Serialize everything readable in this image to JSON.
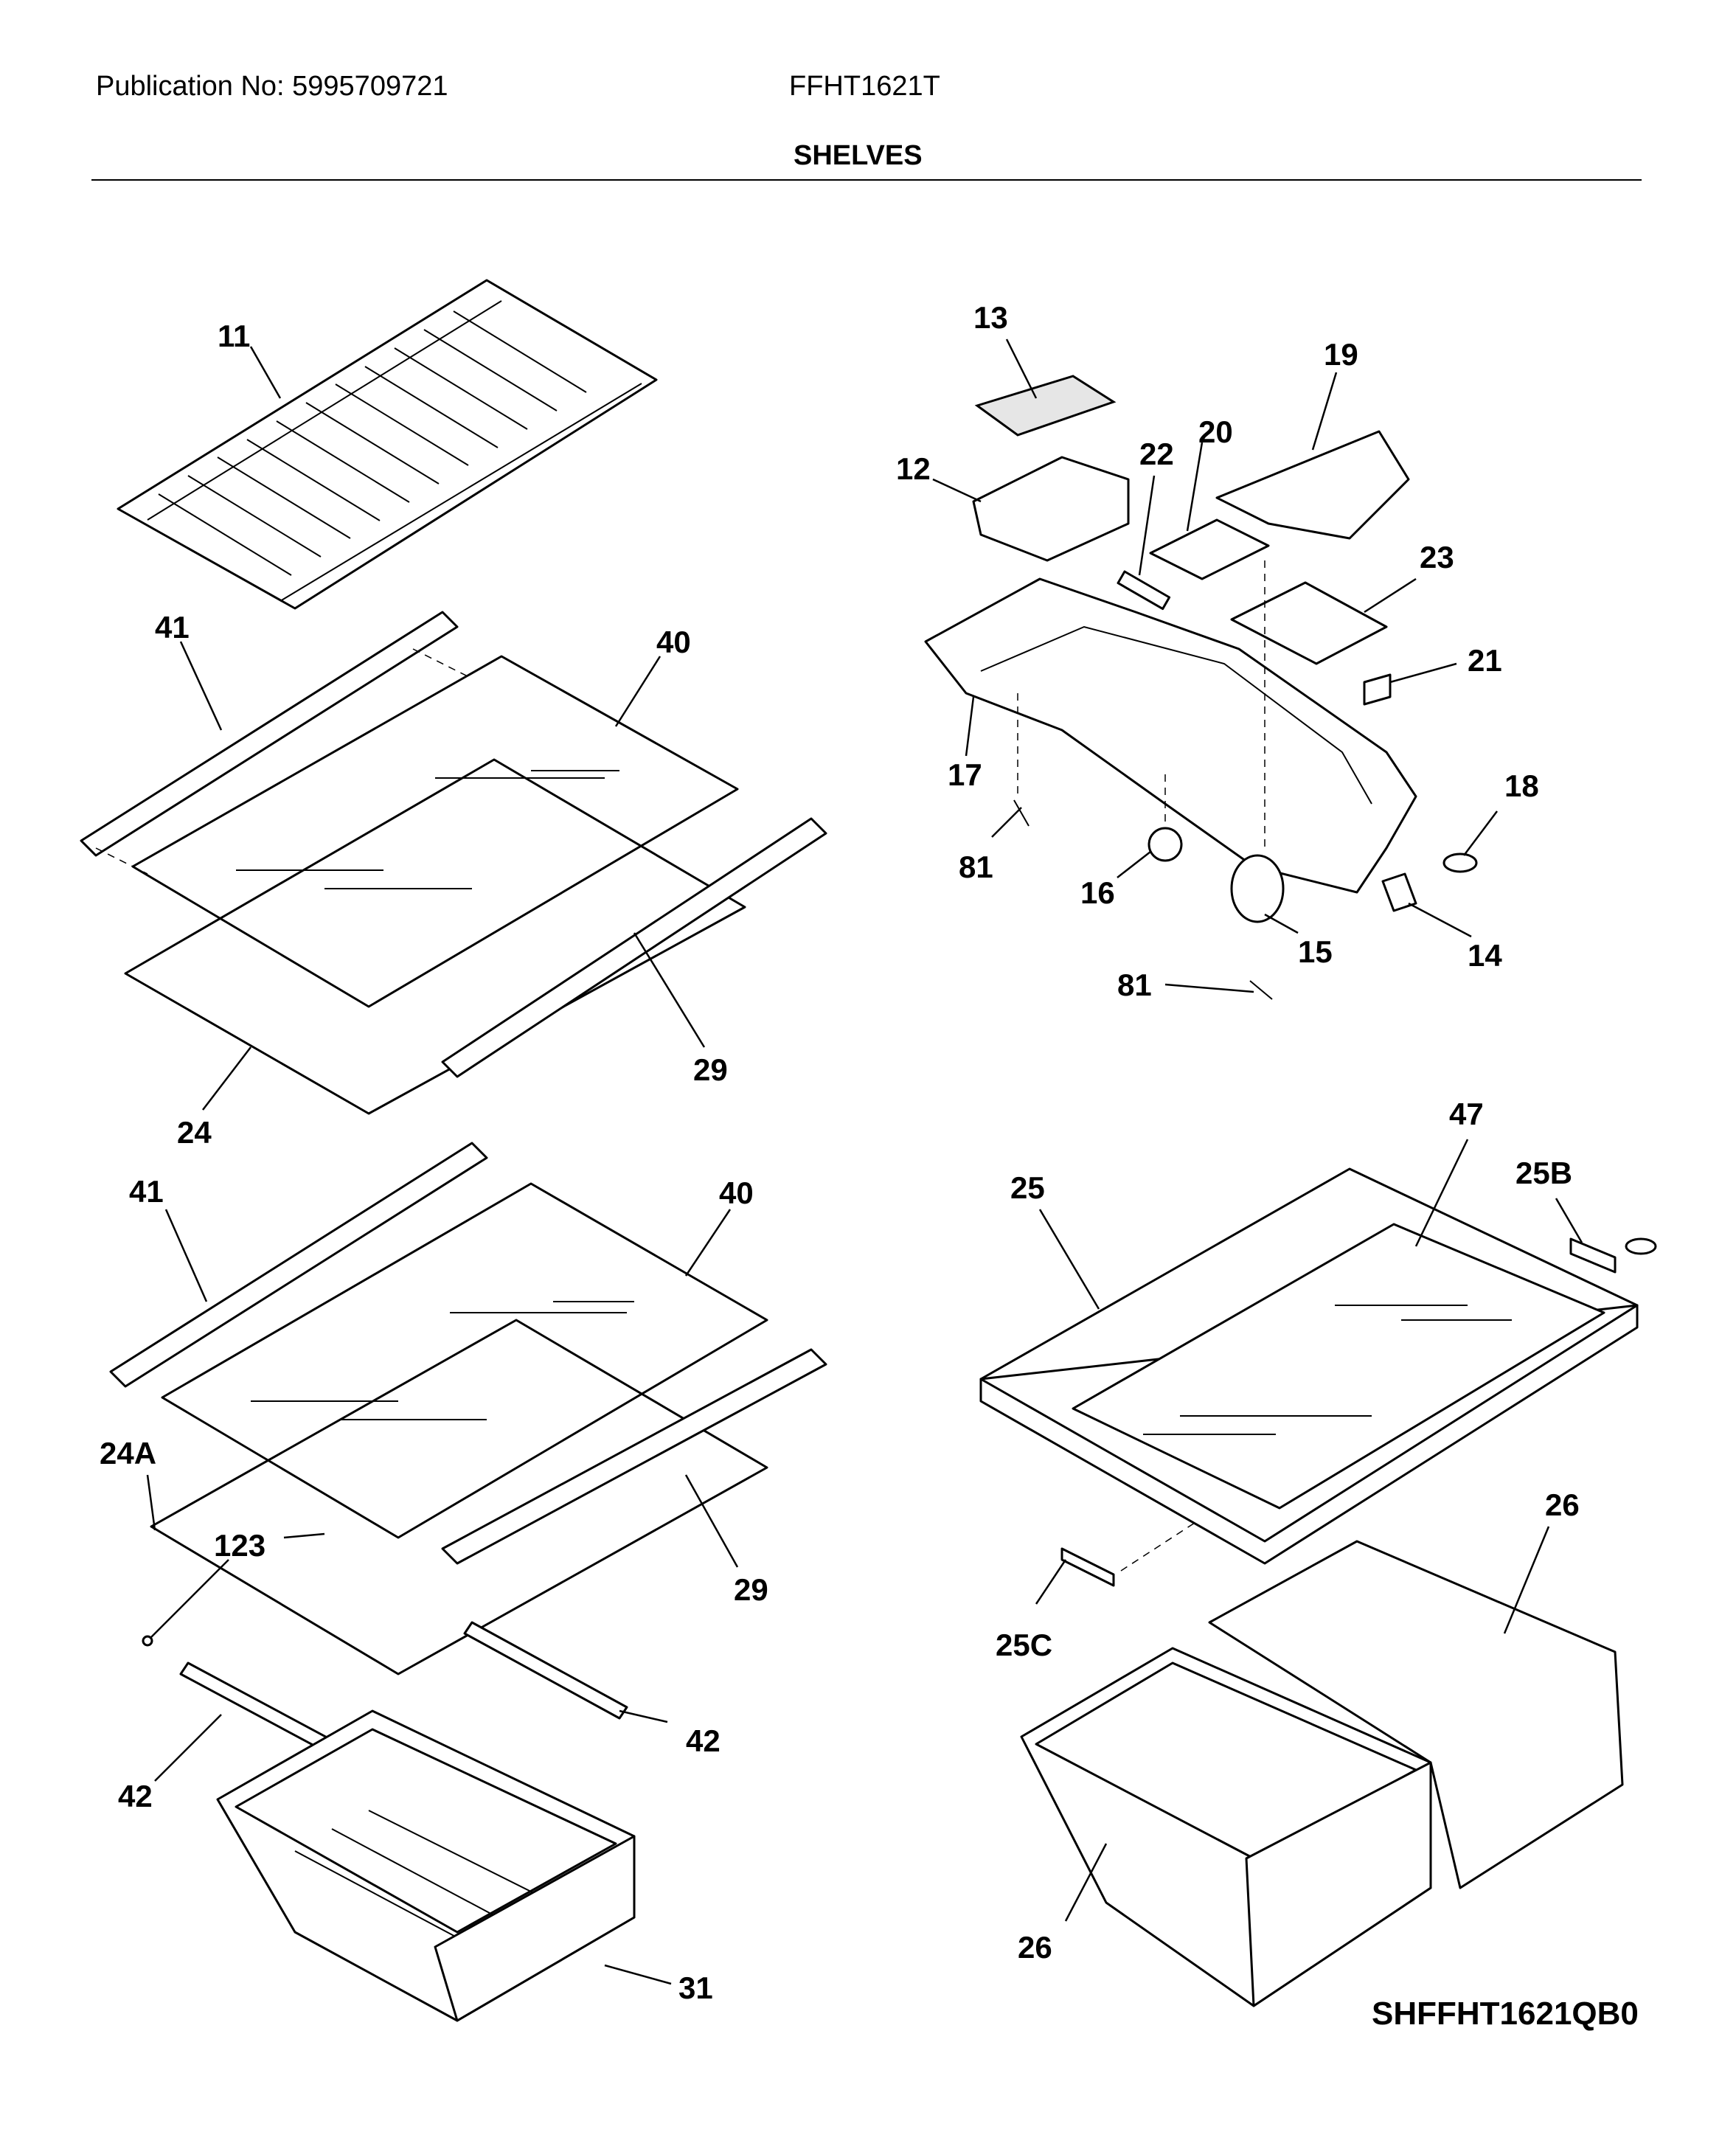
{
  "header": {
    "publication": "Publication No: 5995709721",
    "model": "FFHT1621T",
    "section_title": "SHELVES"
  },
  "diagram_ref": "SHFFHT1621QB0",
  "callouts": [
    {
      "id": "c11",
      "label": "11"
    },
    {
      "id": "c41a",
      "label": "41"
    },
    {
      "id": "c40a",
      "label": "40"
    },
    {
      "id": "c29a",
      "label": "29"
    },
    {
      "id": "c24",
      "label": "24"
    },
    {
      "id": "c41b",
      "label": "41"
    },
    {
      "id": "c40b",
      "label": "40"
    },
    {
      "id": "c24A",
      "label": "24A"
    },
    {
      "id": "c123",
      "label": "123"
    },
    {
      "id": "c29b",
      "label": "29"
    },
    {
      "id": "c42a",
      "label": "42"
    },
    {
      "id": "c42b",
      "label": "42"
    },
    {
      "id": "c31",
      "label": "31"
    },
    {
      "id": "c13",
      "label": "13"
    },
    {
      "id": "c12",
      "label": "12"
    },
    {
      "id": "c19",
      "label": "19"
    },
    {
      "id": "c20",
      "label": "20"
    },
    {
      "id": "c22",
      "label": "22"
    },
    {
      "id": "c23",
      "label": "23"
    },
    {
      "id": "c21",
      "label": "21"
    },
    {
      "id": "c17",
      "label": "17"
    },
    {
      "id": "c18",
      "label": "18"
    },
    {
      "id": "c81a",
      "label": "81"
    },
    {
      "id": "c16",
      "label": "16"
    },
    {
      "id": "c15",
      "label": "15"
    },
    {
      "id": "c14",
      "label": "14"
    },
    {
      "id": "c81b",
      "label": "81"
    },
    {
      "id": "c47",
      "label": "47"
    },
    {
      "id": "c25",
      "label": "25"
    },
    {
      "id": "c25B",
      "label": "25B"
    },
    {
      "id": "c25C",
      "label": "25C"
    },
    {
      "id": "c26a",
      "label": "26"
    },
    {
      "id": "c26b",
      "label": "26"
    }
  ]
}
